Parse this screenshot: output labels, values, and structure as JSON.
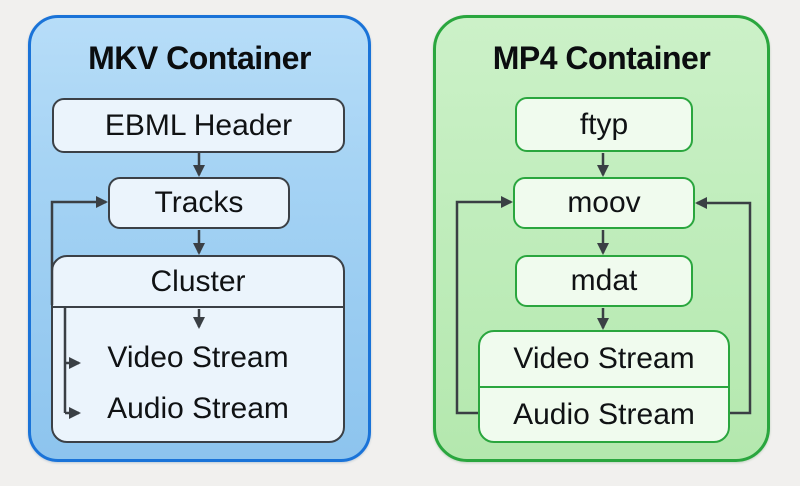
{
  "page": {
    "background_color": "#f1f0ee",
    "arrow_color": "#3a3f44"
  },
  "mkv": {
    "title": "MKV Container",
    "accent_border_color": "#1a73d8",
    "panel_fill_top": "#b7ddf8",
    "panel_fill_bottom": "#8dc4ee",
    "node_fill": "#ebf4fc",
    "node_border_color": "#3b4046",
    "nodes": {
      "ebml": "EBML Header",
      "tracks": "Tracks",
      "cluster": "Cluster",
      "video": "Video Stream",
      "audio": "Audio Stream"
    }
  },
  "mp4": {
    "title": "MP4 Container",
    "accent_border_color": "#2aa63e",
    "panel_fill_top": "#ccf1c8",
    "panel_fill_bottom": "#b4e8ae",
    "node_fill": "#f0fbee",
    "node_border_color": "#2aa63e",
    "nodes": {
      "ftyp": "ftyp",
      "moov": "moov",
      "mdat": "mdat",
      "video": "Video Stream",
      "audio": "Audio Stream"
    }
  }
}
